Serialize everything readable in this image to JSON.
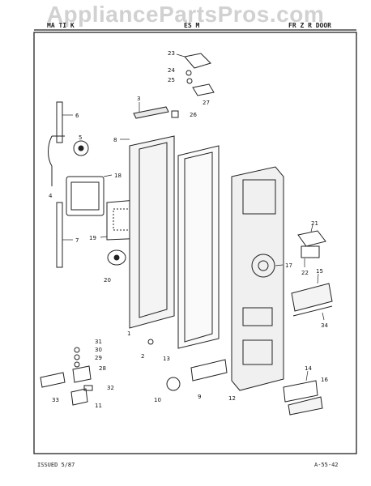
{
  "watermark": "AppliancePartsPros.com",
  "header": {
    "left": "MA TI K",
    "middle": "ES M",
    "right": "FR Z R DOOR"
  },
  "footer": {
    "left": "ISSUED 5/87",
    "right": "A-55-42"
  },
  "callouts": {
    "c1": "1",
    "c2": "2",
    "c3": "3",
    "c4": "4",
    "c5": "5",
    "c6": "6",
    "c7": "7",
    "c8": "8",
    "c9": "9",
    "c10": "10",
    "c11": "11",
    "c12": "12",
    "c13": "13",
    "c14": "14",
    "c15": "15",
    "c16": "16",
    "c17": "17",
    "c18": "18",
    "c19": "19",
    "c20": "20",
    "c21": "21",
    "c22": "22",
    "c23": "23",
    "c24": "24",
    "c25": "25",
    "c26": "26",
    "c27": "27",
    "c28": "28",
    "c29": "29",
    "c30": "30",
    "c31": "31",
    "c32": "32",
    "c33": "33",
    "c34": "34"
  }
}
